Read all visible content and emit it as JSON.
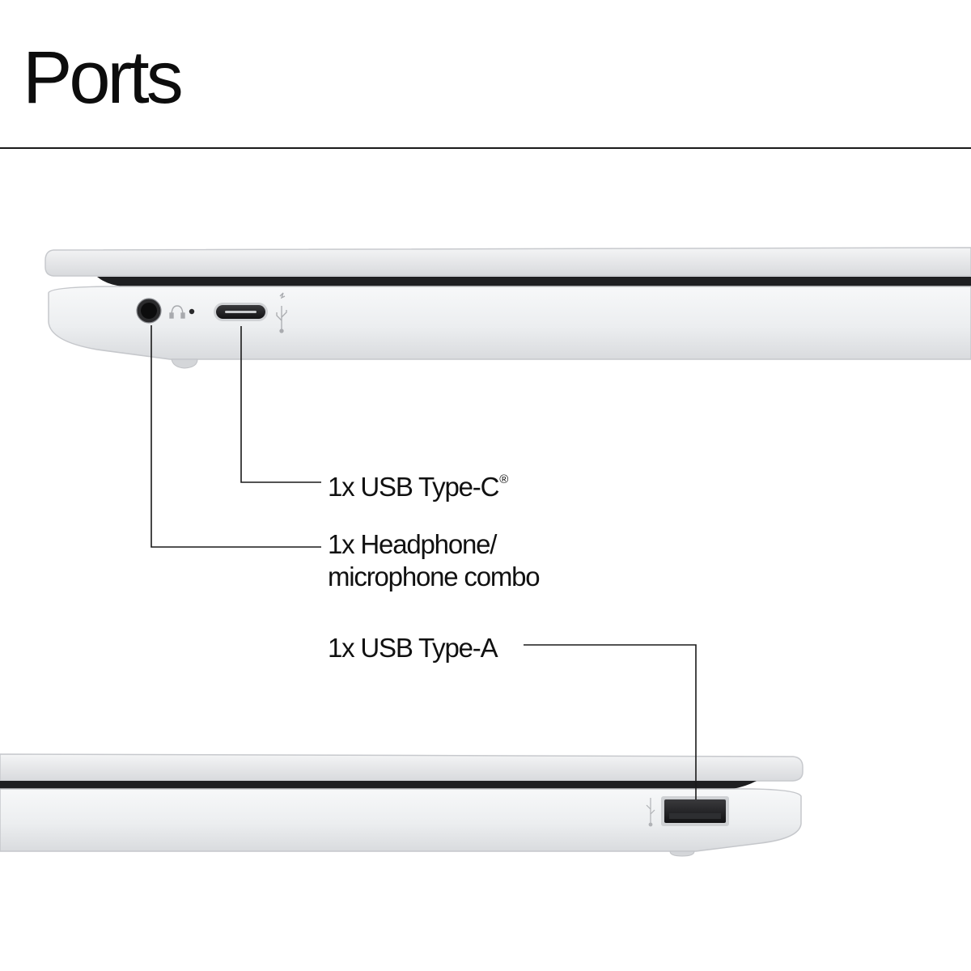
{
  "header": {
    "title": "Ports"
  },
  "callouts": {
    "usb_c": {
      "text": "1x USB Type-C",
      "mark": "®"
    },
    "headphone": {
      "line1": "1x Headphone/",
      "line2": "microphone combo"
    },
    "usb_a": {
      "text": "1x USB Type-A"
    }
  },
  "icons": {
    "left_side": [
      "headphone-jack-icon",
      "headset-symbol-icon",
      "status-led-icon",
      "usb-c-port-icon",
      "usb-power-symbol-icon"
    ],
    "right_side": [
      "usb-symbol-icon",
      "usb-a-port-icon"
    ]
  },
  "colors": {
    "background": "#ffffff",
    "text": "#111111",
    "rule": "#1a1a1a",
    "chassis": "#e9eaec",
    "chassis_edge": "#c9cbcf",
    "port_dark": "#1c1c1e"
  }
}
